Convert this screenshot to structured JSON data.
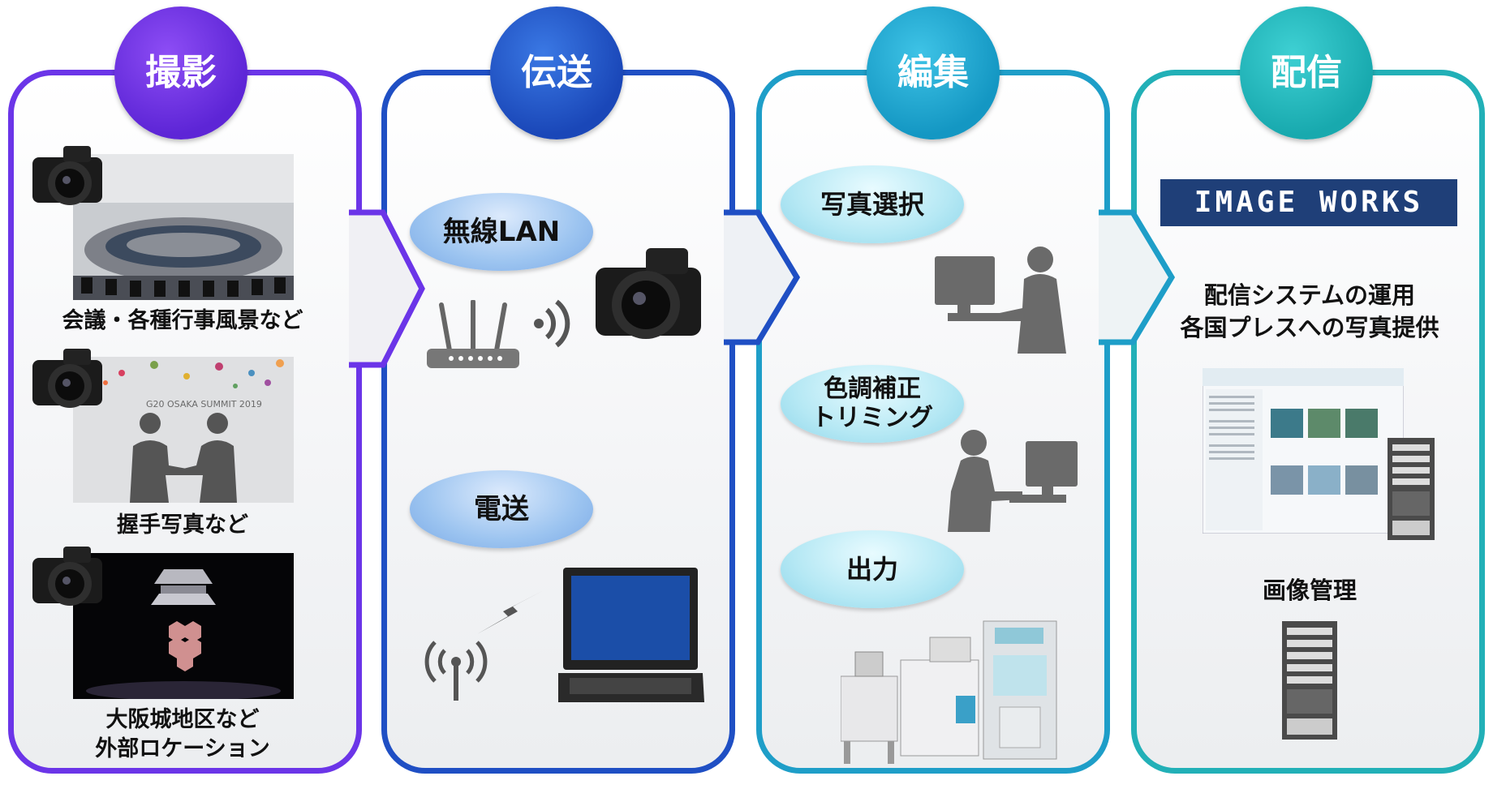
{
  "steps": [
    {
      "title": "撮影",
      "color": "#6b35e8"
    },
    {
      "title": "伝送",
      "color": "#1f4fc4"
    },
    {
      "title": "編集",
      "color": "#1e9ec8"
    },
    {
      "title": "配信",
      "color": "#22b0b7"
    }
  ],
  "shoot": {
    "photo1_caption": "会議・各種行事風景など",
    "photo2_caption": "握手写真など",
    "photo2_banner": "G20 OSAKA SUMMIT 2019",
    "photo3_caption_line1": "大阪城地区など",
    "photo3_caption_line2": "外部ロケーション"
  },
  "transfer": {
    "method1": "無線LAN",
    "method2": "電送"
  },
  "edit": {
    "task1": "写真選択",
    "task2_line1": "色調補正",
    "task2_line2": "トリミング",
    "task3": "出力"
  },
  "distribute": {
    "logo": "IMAGE WORKS",
    "desc_line1": "配信システムの運用",
    "desc_line2": "各国プレスへの写真提供",
    "storage_label": "画像管理"
  }
}
